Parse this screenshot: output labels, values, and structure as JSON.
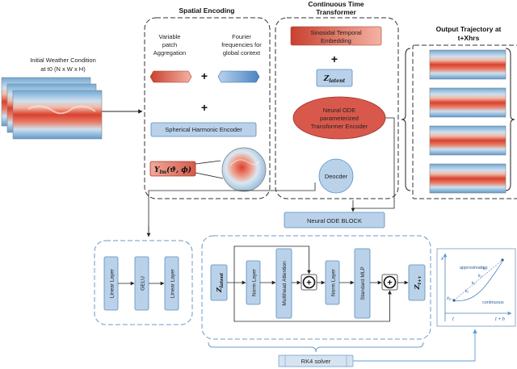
{
  "input": {
    "title_line1": "Initial Weather Condition",
    "title_line2": "at t0 (N x W x H)"
  },
  "spatial_encoding": {
    "title": "Spatial Encoding",
    "patch_label_line1": "Variable",
    "patch_label_line2": "patch",
    "patch_label_line3": "Aggregation",
    "fourier_label_line1": "Fourier",
    "fourier_label_line2": "frequencies for",
    "fourier_label_line3": "global context",
    "plus1": "+",
    "plus2": "+",
    "encoder_label": "Spherical Harmonic Encoder",
    "ylm_base": "Y",
    "ylm_sub": "lm",
    "ylm_args": "(ϑ, ϕ)"
  },
  "transformer": {
    "title_line1": "Continuous Time",
    "title_line2": "Transformer",
    "temporal_line1": "Sinosidal Temporal",
    "temporal_line2": "Embedding",
    "plus": "+",
    "z_base": "Z",
    "z_sub": "latent",
    "ode_line1": "Neural ODE",
    "ode_line2": "parameterized",
    "ode_line3": "Transformer Encoder",
    "decoder_label": "Deocder"
  },
  "output": {
    "title_line1": "Output Trajectory at",
    "title_line2": "t+Xhrs"
  },
  "ode_block": {
    "label": "Neural ODE BLOCK"
  },
  "decoder_block": {
    "layers": [
      "Linear Layer",
      "GELU",
      "Linear Layer"
    ]
  },
  "transformer_block": {
    "z_in_base": "Z",
    "z_in_sub": "latent",
    "norm1": "Norm Layer",
    "attention": "Multihead Attention",
    "plus1": "+",
    "norm2": "Norm Layer",
    "mlp": "Standard MLP",
    "plus2": "+",
    "z_out_base": "Z",
    "z_out_sub": "t+τ"
  },
  "solver": {
    "label": "RK4 solver"
  },
  "rk4_inset": {
    "x_label": "x",
    "x0_label": "x₀",
    "approx_label": "approximation",
    "continuous_label": "continuous",
    "k1": "k₁",
    "k2": "k₂",
    "k3": "k₃",
    "k4": "k₄",
    "t_label": "t",
    "th_label": "t + h"
  },
  "colors": {
    "node_blue": "#b9d2ea",
    "node_blue_border": "#5a8cbd",
    "dashed_gray": "#555555",
    "dashed_blue": "#6d9ac8",
    "arrow_blue": "#5b9bd5",
    "ode_red": "#d9584c",
    "heat_red": "#d93a2e",
    "heat_blue": "#3d86c6"
  }
}
